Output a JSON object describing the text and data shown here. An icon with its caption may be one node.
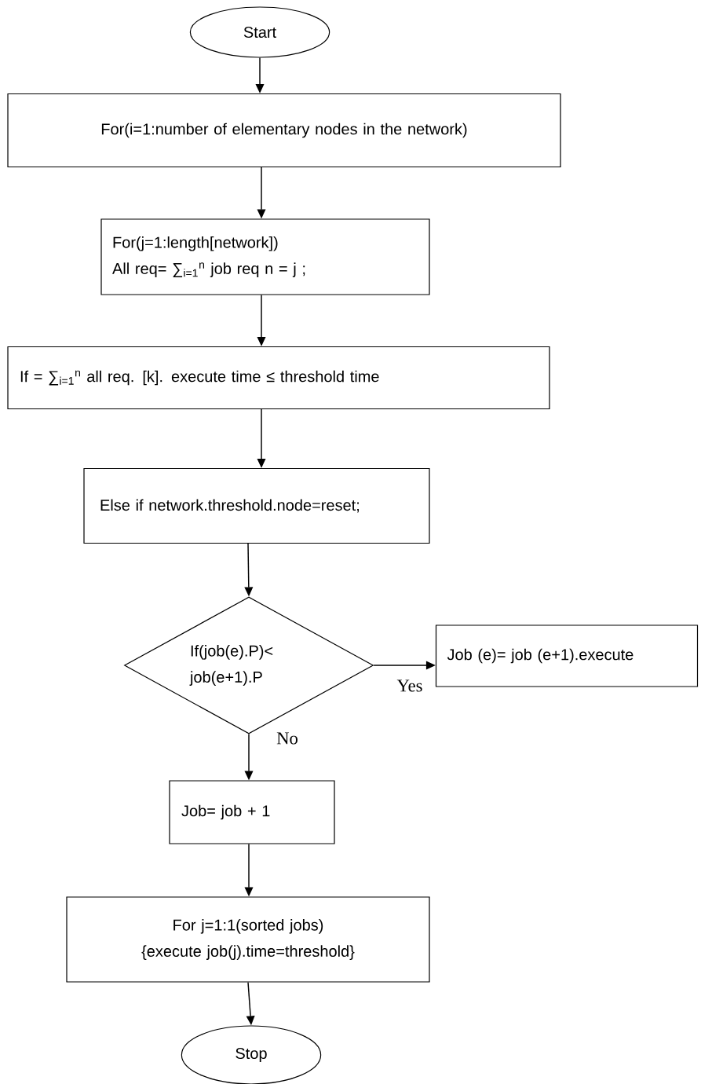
{
  "diagram": {
    "nodes": [
      {
        "text": [
          "Start"
        ]
      },
      {
        "text": [
          "For(i=1:number of elementary nodes in the network)"
        ]
      },
      {
        "text": [
          "For(j=1:length[network])",
          "All req= ∑$_{i=1}$$^{n}$ job req n = j ;"
        ]
      },
      {
        "text": [
          "If  = ∑$_{i=1}$$^{n}$ all  req. [k]. execute time ≤ threshold time"
        ]
      },
      {
        "text": [
          "Else if network.threshold.node=reset;"
        ]
      },
      {
        "text": [
          "If(job(e).P)< job(e+1).P"
        ]
      },
      {
        "text": [
          "Job (e)= job (e+1).execute"
        ]
      },
      {
        "text": [
          "Job= job + 1"
        ]
      },
      {
        "text": [
          "For j=1:1(sorted jobs)",
          "{execute job(j).time=threshold}"
        ]
      },
      {
        "text": [
          "Stop"
        ]
      }
    ],
    "edges": [
      {
        "from": 0,
        "to": 1,
        "arrow": "to"
      },
      {
        "from": 1,
        "to": 2,
        "arrow": "to"
      },
      {
        "from": 2,
        "to": 3,
        "arrow": "to"
      },
      {
        "from": 3,
        "to": 4,
        "arrow": "to"
      },
      {
        "from": 4,
        "to": 5,
        "arrow": "to"
      },
      {
        "from": 5,
        "to": 6,
        "arrow": "to",
        "label": "Yes"
      },
      {
        "from": 5,
        "to": 7,
        "arrow": "to",
        "label": "No"
      },
      {
        "from": 7,
        "to": 8,
        "arrow": "to"
      },
      {
        "from": 8,
        "to": 9,
        "arrow": "to"
      }
    ]
  }
}
